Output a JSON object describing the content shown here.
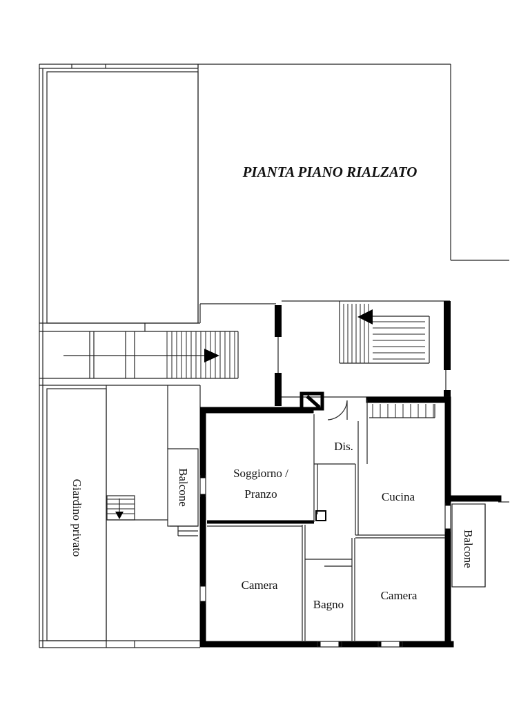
{
  "title": "PIANTA PIANO RIALZATO",
  "rooms": {
    "soggiorno_line1": "Soggiorno /",
    "soggiorno_line2": "Pranzo",
    "dis": "Dis.",
    "cucina": "Cucina",
    "camera_left": "Camera",
    "bagno": "Bagno",
    "camera_right": "Camera",
    "balcone_left": "Balcone",
    "balcone_right": "Balcone",
    "giardino": "Giardino privato"
  }
}
